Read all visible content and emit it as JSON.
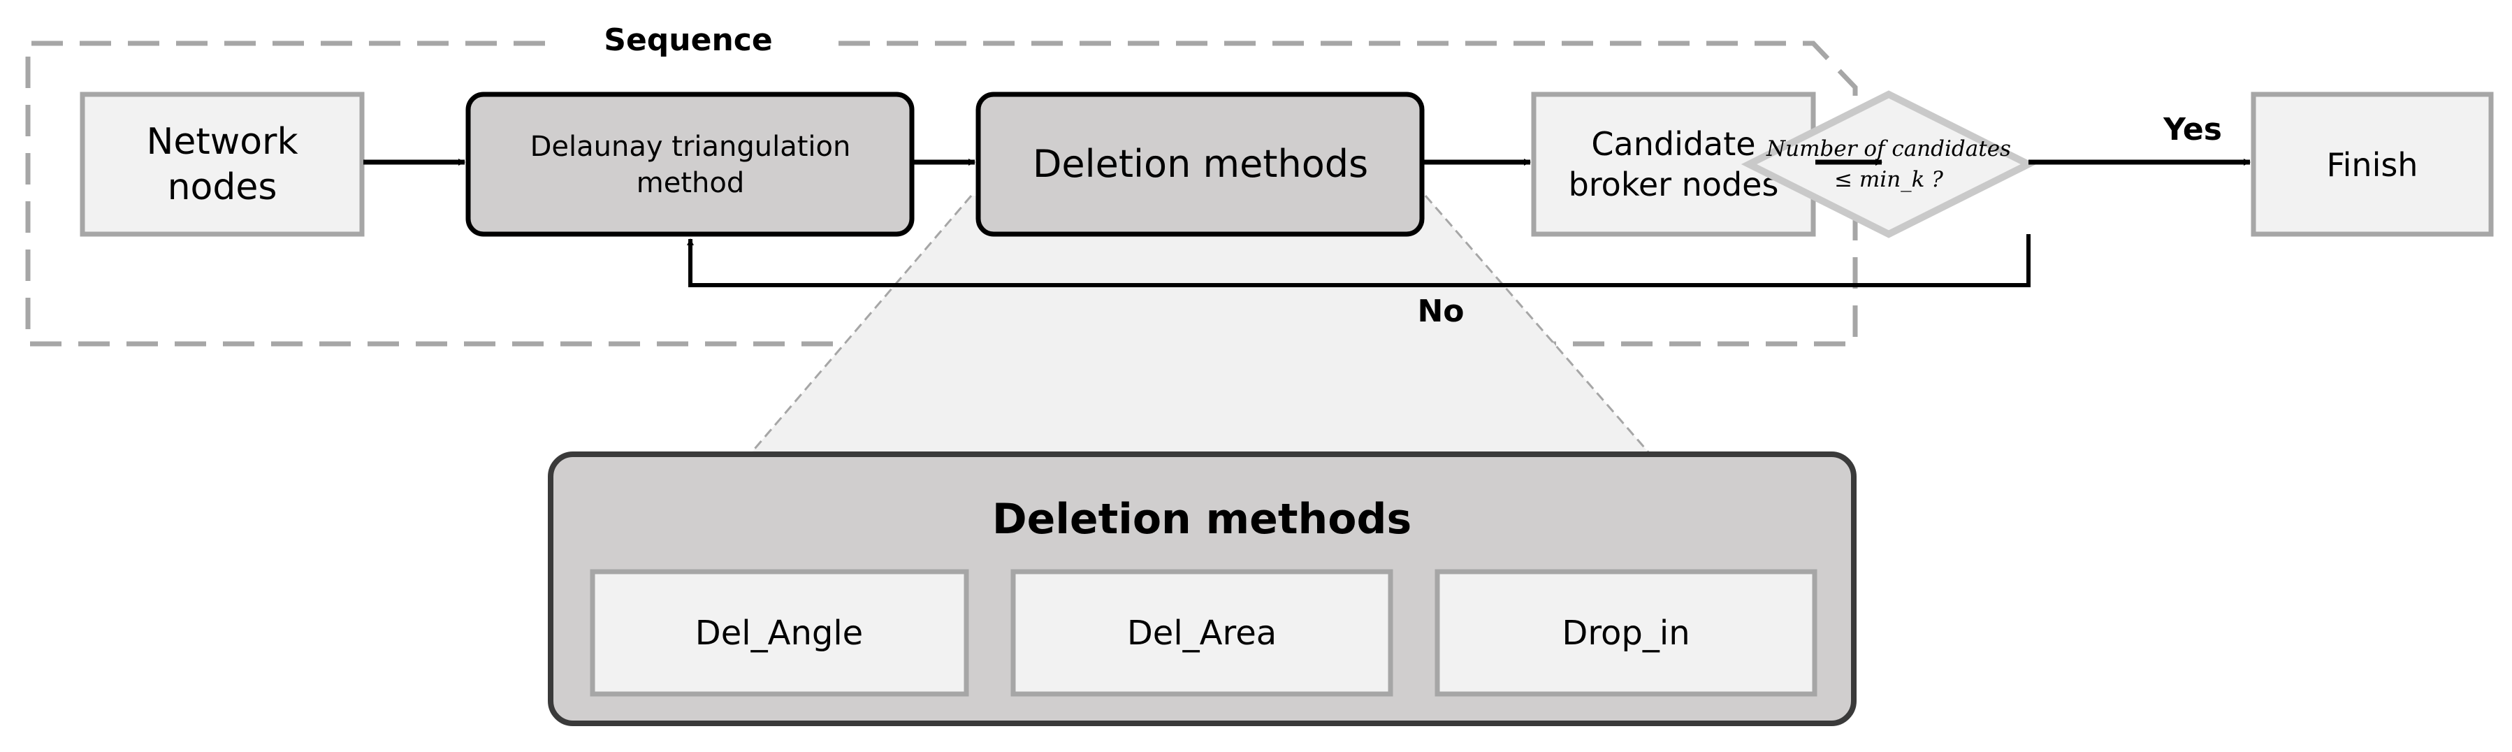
{
  "sequence_label": "Sequence",
  "nodes": {
    "network_nodes": [
      "Network",
      "nodes"
    ],
    "delaunay": [
      "Delaunay triangulation",
      "method"
    ],
    "deletion": "Deletion methods",
    "candidate": [
      "Candidate",
      "broker nodes"
    ],
    "decision": [
      "Number of candidates",
      "≤ min_k ?"
    ],
    "finish": "Finish"
  },
  "edge_labels": {
    "yes": "Yes",
    "no": "No"
  },
  "detail_panel": {
    "title": "Deletion methods",
    "methods": [
      "Del_Angle",
      "Del_Area",
      "Drop_in"
    ]
  }
}
